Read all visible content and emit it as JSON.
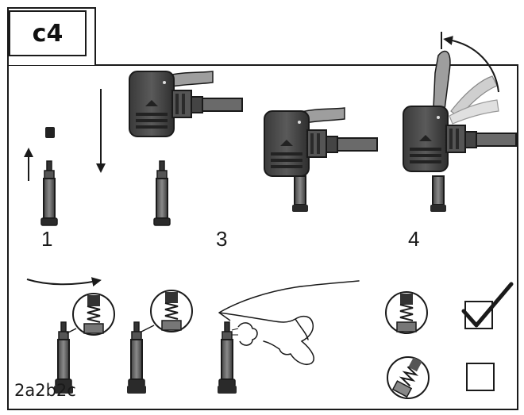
{
  "figure": {
    "section_badge": "c4",
    "step_labels": [
      "1",
      "3",
      "4"
    ],
    "combined_step_label": "2a2b2c",
    "colors": {
      "outline": "#1a1a1a",
      "pump_head": "#4a4a4a",
      "lever": "#9e9e9e",
      "lever_ghost": "#cfcfcf",
      "valve_body": "#6a6a6a"
    },
    "icons": [
      "up-arrow-icon",
      "down-arrow-icon",
      "curved-arrow-icon",
      "right-arrow-icon",
      "check-mark-icon",
      "empty-checkbox-icon",
      "hand-icon",
      "air-puff-icon"
    ]
  }
}
